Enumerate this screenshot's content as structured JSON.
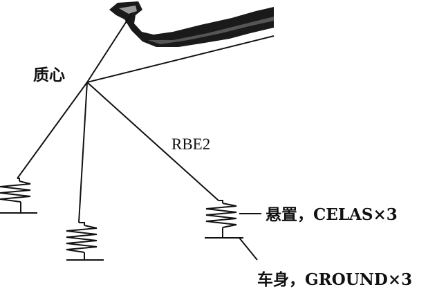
{
  "labels": {
    "mass_center": "质心",
    "rbe": "RBE2",
    "mount": "悬置，CELAS×3",
    "body": "车身，GROUND×3"
  },
  "colors": {
    "line": "#111111",
    "part_dark": "#1a1a1a",
    "part_mid": "#555555",
    "part_light": "#9a9a9a"
  }
}
